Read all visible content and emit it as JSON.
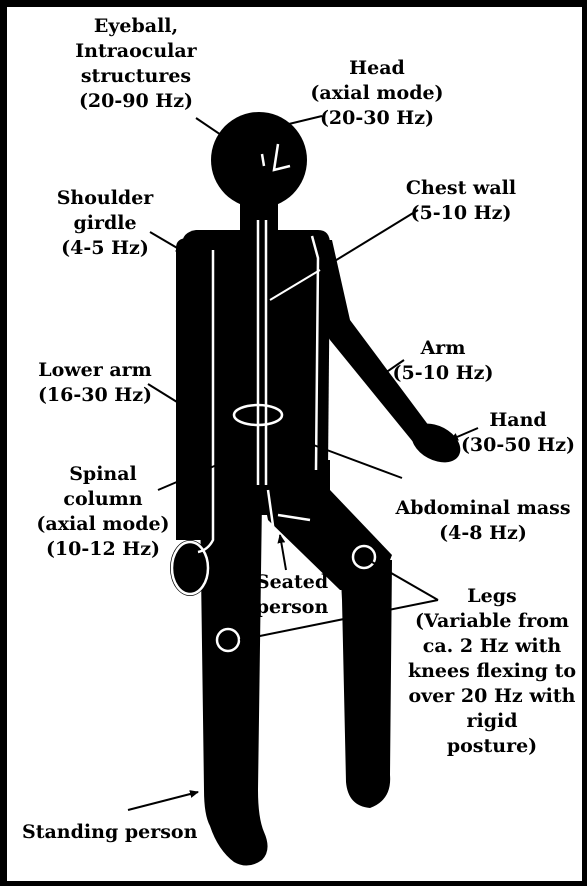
{
  "diagram": {
    "colors": {
      "ink": "#000000",
      "paper": "#ffffff"
    },
    "labels": {
      "eyeball": [
        "Eyeball,",
        "Intraocular",
        "structures",
        "(20-90 Hz)"
      ],
      "head": [
        "Head",
        "(axial mode)",
        "(20-30 Hz)"
      ],
      "chest": [
        "Chest wall",
        "(5-10 Hz)"
      ],
      "shoulder": [
        "Shoulder",
        "girdle",
        "(4-5 Hz)"
      ],
      "arm": [
        "Arm",
        "(5-10 Hz)"
      ],
      "hand": [
        "Hand",
        "(30-50 Hz)"
      ],
      "lower_arm": [
        "Lower arm",
        "(16-30 Hz)"
      ],
      "spinal": [
        "Spinal",
        "column",
        "(axial mode)",
        "(10-12 Hz)"
      ],
      "abdominal": [
        "Abdominal mass",
        "(4-8 Hz)"
      ],
      "seated": [
        "Seated",
        "person"
      ],
      "legs": [
        "Legs",
        "(Variable from",
        "ca. 2 Hz with",
        "knees flexing to",
        "over 20 Hz with",
        "rigid",
        "posture)"
      ],
      "standing": [
        "Standing person"
      ]
    }
  }
}
